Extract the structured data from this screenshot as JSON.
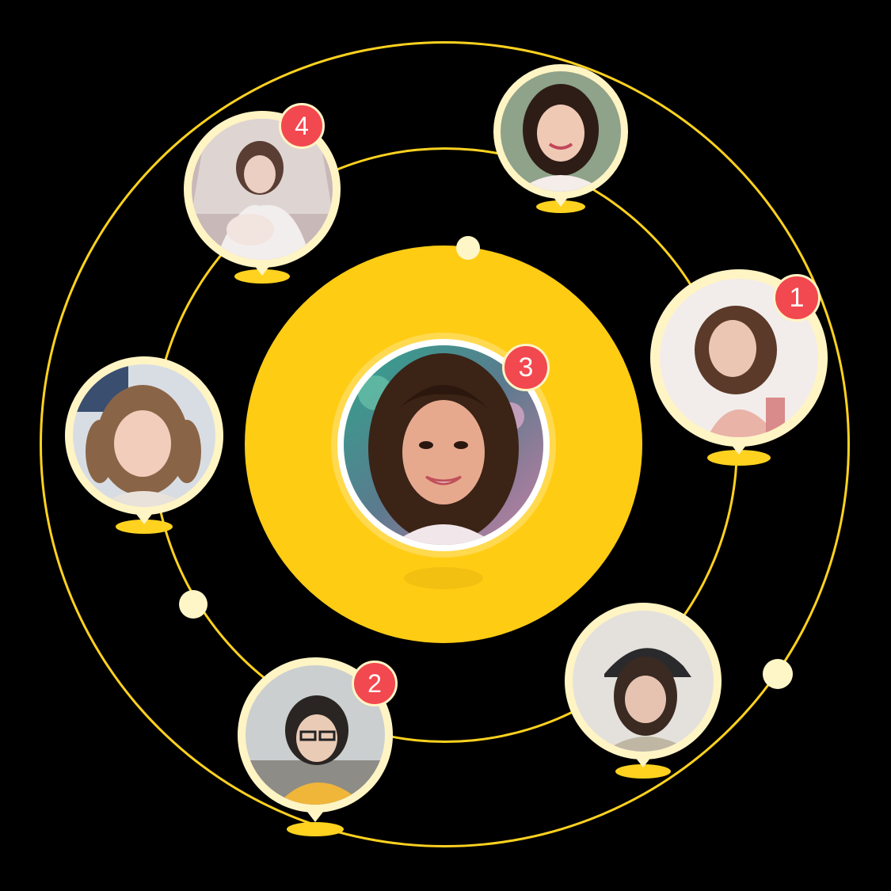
{
  "colors": {
    "background": "#000000",
    "orbit": "#FFD21F",
    "core": "#FFCC14",
    "frame": "#FFF4C4",
    "badge": "#F2484F",
    "badge_text": "#FFFFFF"
  },
  "center_user": {
    "avatar_icon": "user-avatar-photo",
    "badge": "3"
  },
  "users": [
    {
      "id": "user-top-left",
      "avatar_icon": "user-avatar-photo",
      "badge": "4"
    },
    {
      "id": "user-top",
      "avatar_icon": "user-avatar-photo",
      "badge": ""
    },
    {
      "id": "user-right",
      "avatar_icon": "user-avatar-photo",
      "badge": "1"
    },
    {
      "id": "user-left",
      "avatar_icon": "user-avatar-photo",
      "badge": ""
    },
    {
      "id": "user-bottom-left",
      "avatar_icon": "user-avatar-photo",
      "badge": "2"
    },
    {
      "id": "user-bottom-right",
      "avatar_icon": "user-avatar-photo",
      "badge": ""
    }
  ]
}
